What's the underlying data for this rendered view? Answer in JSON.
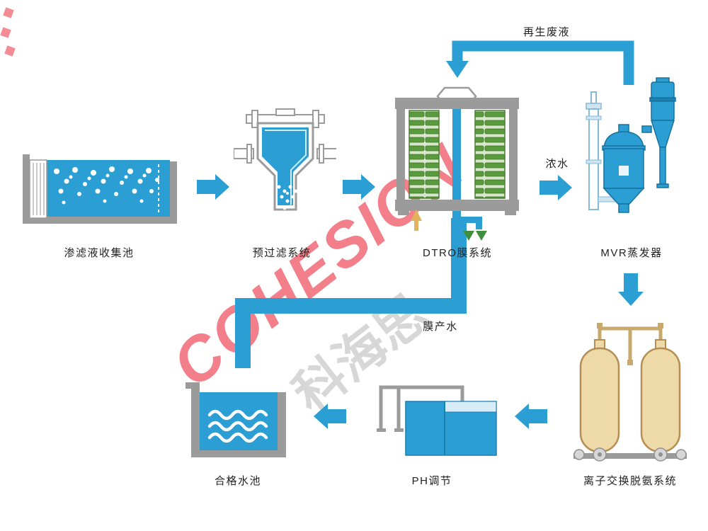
{
  "watermark": {
    "brand_en": "COHESION",
    "brand_cn": "科海思",
    "color_red": "#e60012",
    "color_gray": "#bdbdbd"
  },
  "colors": {
    "process_blue": "#2B9FD3",
    "equipment_gray": "#9b9b9b",
    "membrane_green": "#5a9a3e",
    "ion_tan": "#eed9a8"
  },
  "nodes": {
    "leachate_pool": {
      "label": "渗滤液收集池"
    },
    "prefilter": {
      "label": "预过滤系统"
    },
    "dtro": {
      "label": "DTRO膜系统"
    },
    "mvr": {
      "label": "MVR蒸发器"
    },
    "ion_exchange": {
      "label": "离子交换脱氨系统"
    },
    "ph_adjust": {
      "label": "PH调节"
    },
    "qualified_pool": {
      "label": "合格水池"
    }
  },
  "streams": {
    "regen_waste": {
      "label": "再生废液"
    },
    "concentrate": {
      "label": "浓水"
    },
    "membrane_product": {
      "label": "膜产水"
    }
  }
}
